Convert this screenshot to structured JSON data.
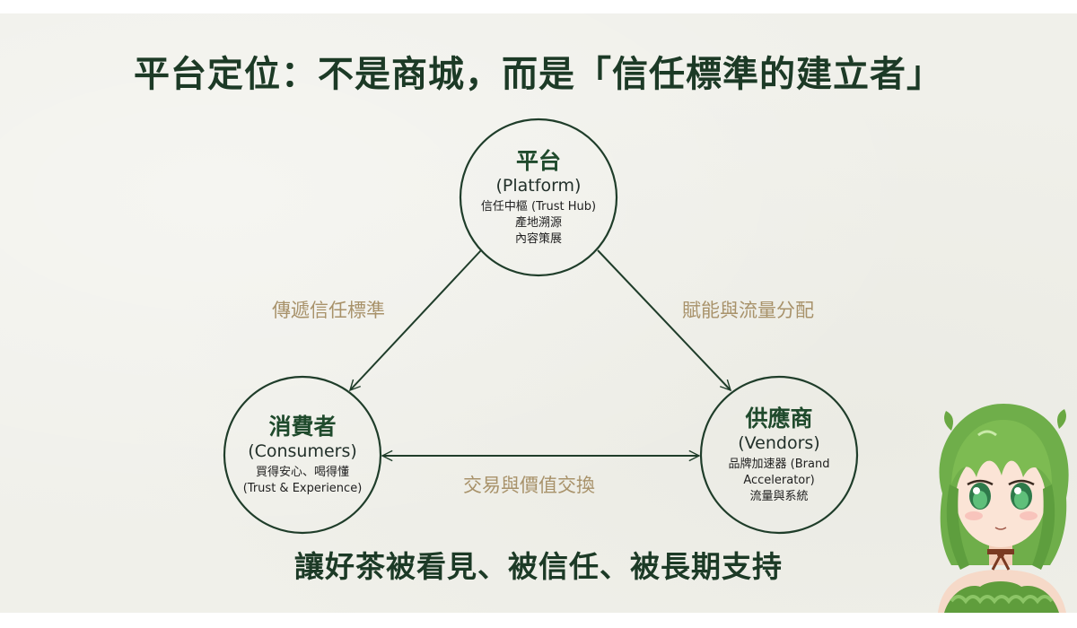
{
  "slide": {
    "title": "平台定位：不是商城，而是「信任標準的建立者」",
    "footer": "讓好茶被看見、被信任、被長期支持"
  },
  "nodes": {
    "platform": {
      "zh": "平台",
      "en": "(Platform)",
      "lines": [
        "信任中樞 (Trust Hub)",
        "產地溯源",
        "內容策展"
      ]
    },
    "consumers": {
      "zh": "消費者",
      "en": "(Consumers)",
      "lines": [
        "買得安心、喝得懂",
        "(Trust & Experience)"
      ]
    },
    "vendors": {
      "zh": "供應商",
      "en": "(Vendors)",
      "lines": [
        "品牌加速器 (Brand",
        "Accelerator)",
        "流量與系統"
      ]
    }
  },
  "edges": {
    "platform_to_consumers": "傳遞信任標準",
    "platform_to_vendors": "賦能與流量分配",
    "consumers_vendors": "交易與價值交換"
  },
  "colors": {
    "background": "#f0f0ea",
    "title_green": "#1c3a26",
    "line_green": "#1f3d2a",
    "label_gold": "#a8926a"
  },
  "mascot": {
    "icon": "anime-girl-mascot-icon"
  }
}
